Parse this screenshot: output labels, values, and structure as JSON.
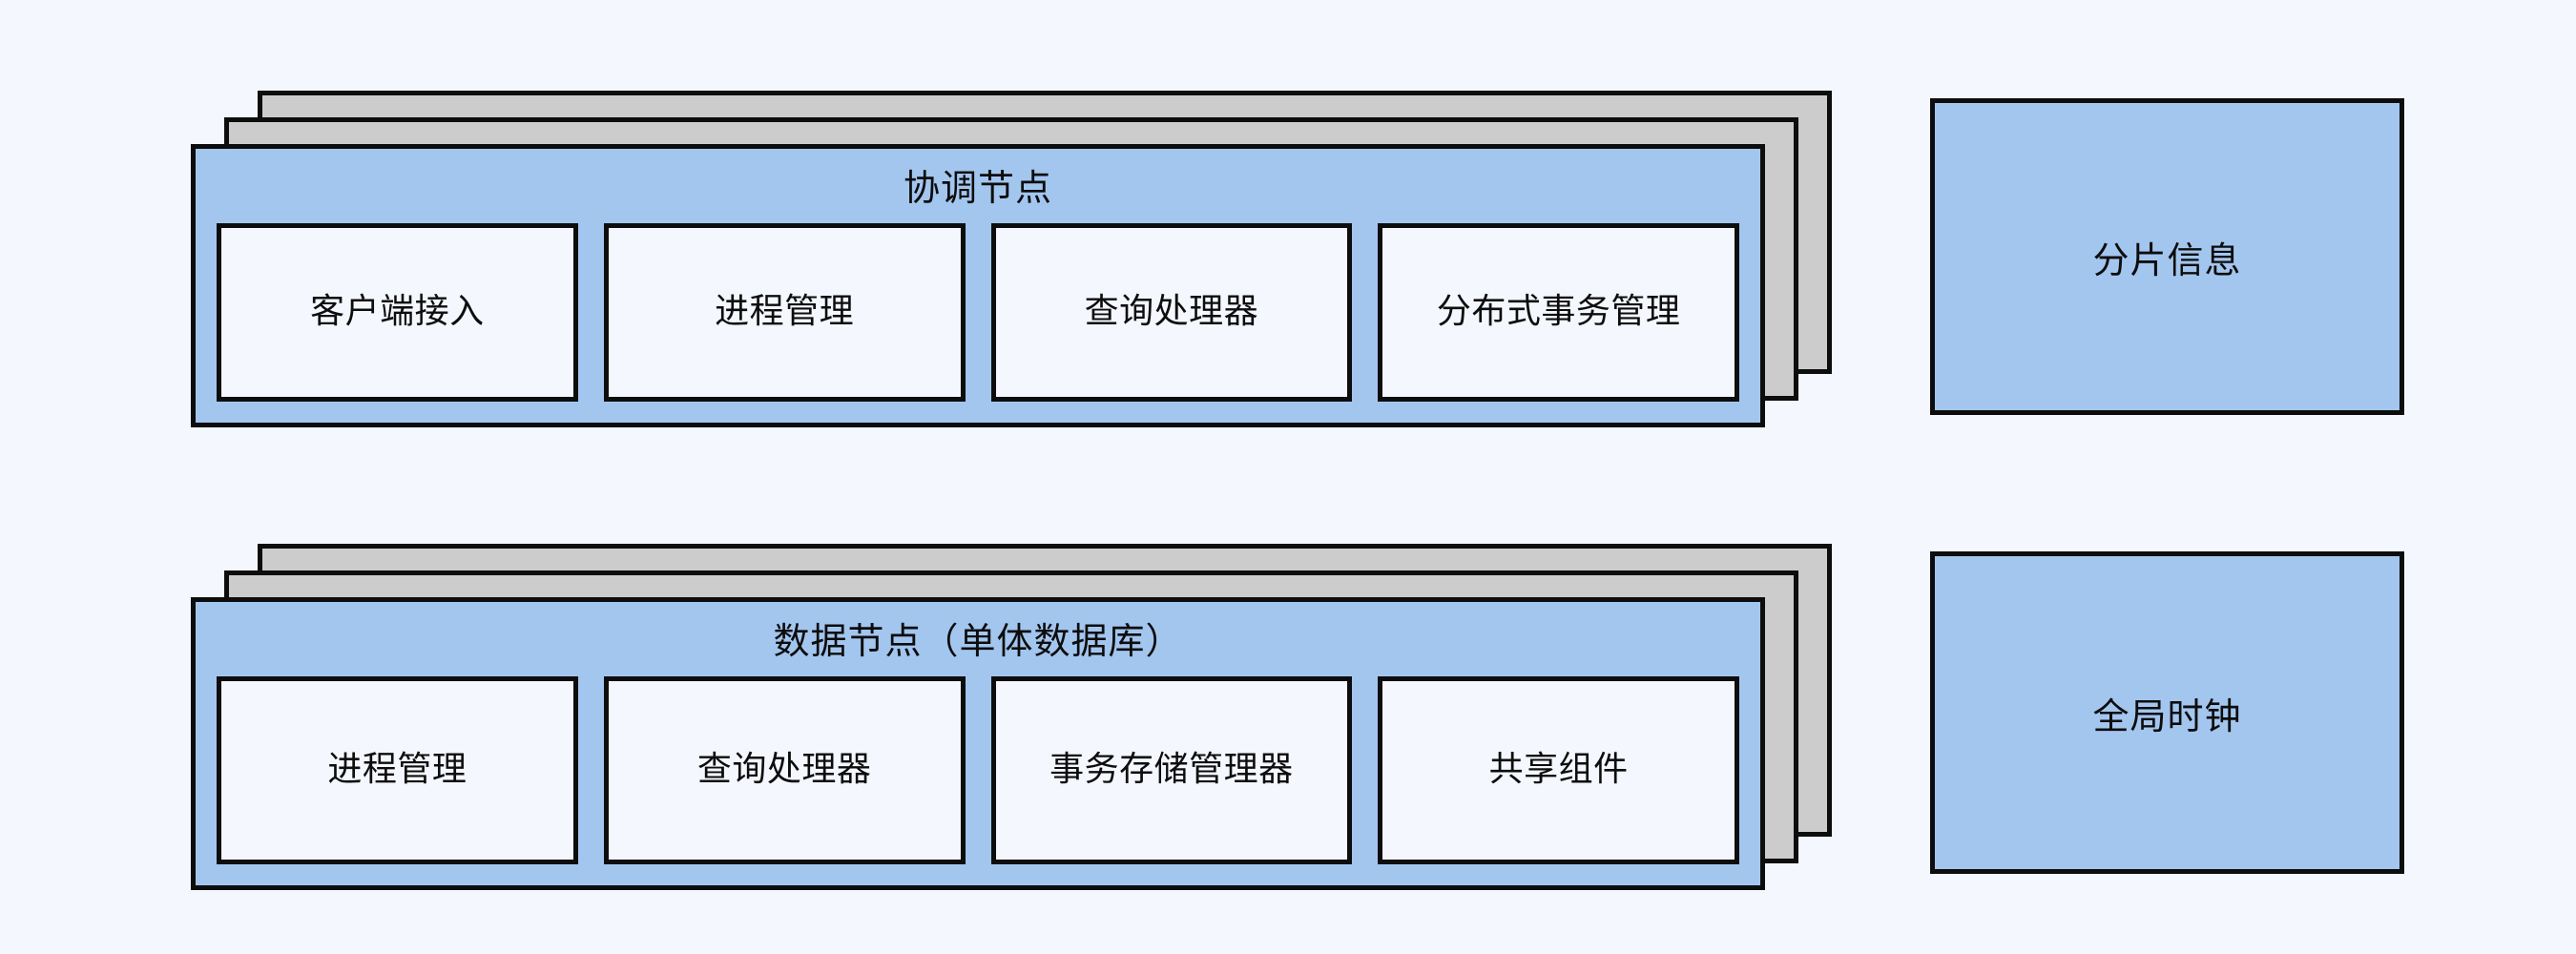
{
  "diagram": {
    "background_color": "#f4f7fd",
    "node_fill_color": "#a3c6ef",
    "stack_layer_color": "#cccccc",
    "component_fill_color": "#f4f7fd",
    "outline_color": "#0d0d0d",
    "groups": [
      {
        "id": "coordinator",
        "title": "协调节点",
        "stack_count": 3,
        "components": [
          {
            "label": "客户端接入"
          },
          {
            "label": "进程管理"
          },
          {
            "label": "查询处理器"
          },
          {
            "label": "分布式事务管理"
          }
        ]
      },
      {
        "id": "data-node",
        "title": "数据节点（单体数据库）",
        "stack_count": 3,
        "components": [
          {
            "label": "进程管理"
          },
          {
            "label": "查询处理器"
          },
          {
            "label": "事务存储管理器"
          },
          {
            "label": "共享组件"
          }
        ]
      }
    ],
    "side_boxes": [
      {
        "id": "shard-info",
        "label": "分片信息"
      },
      {
        "id": "global-clock",
        "label": "全局时钟"
      }
    ]
  }
}
